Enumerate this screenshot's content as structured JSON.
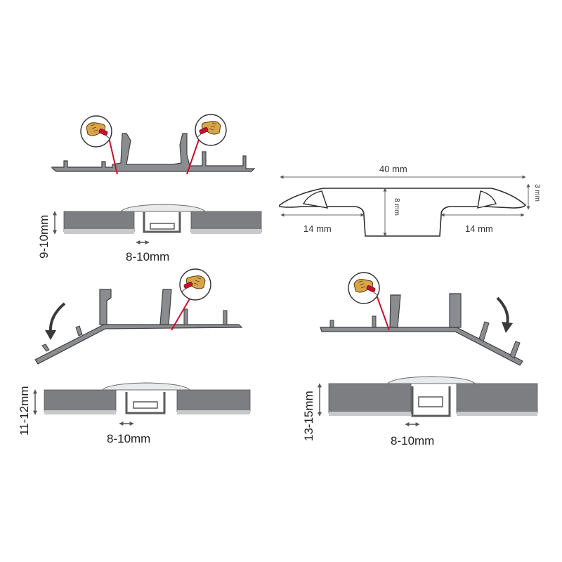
{
  "labels": {
    "top_left_thickness": "9-10mm",
    "top_left_gap": "8-10mm",
    "bottom_left_thickness": "11-12mm",
    "bottom_left_gap": "8-10mm",
    "bottom_right_thickness": "13-15mm",
    "bottom_right_gap": "8-10mm",
    "profile_width": "40 mm",
    "profile_stem_height": "8 mm",
    "profile_edge_height": "3 mm",
    "profile_left_wing": "14 mm",
    "profile_right_wing": "14 mm"
  },
  "colors": {
    "profile_fill": "#8a8c8f",
    "profile_stroke": "#3e3f42",
    "floor_fill": "#7d7e81",
    "underlay_fill": "#c8c9cb",
    "cap_fill": "#e9eaeb",
    "cut_line": "#c8102e",
    "dimension_line": "#6b6b6b",
    "arrow_fill": "#3a3a3a"
  },
  "icons": [
    "knife-cut-icon",
    "rotate-arrow-icon"
  ]
}
